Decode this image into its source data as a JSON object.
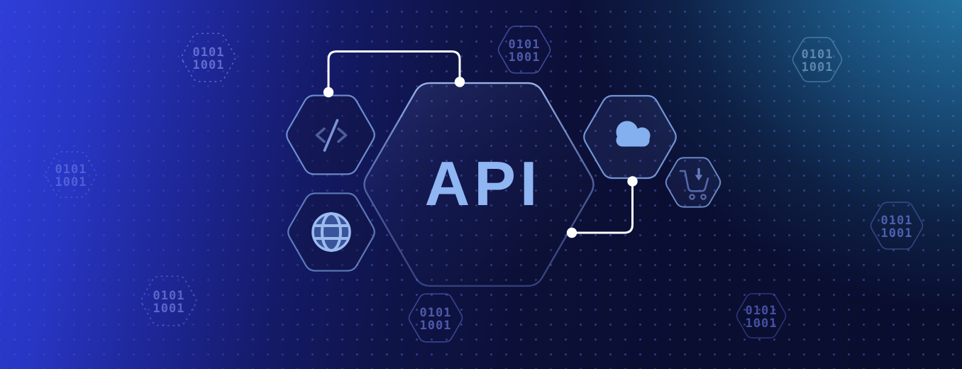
{
  "illustration": {
    "title": "API",
    "binary": {
      "line1": "0101",
      "line2": "1001"
    },
    "nodes": {
      "code": {
        "icon": "code-icon"
      },
      "globe": {
        "icon": "globe-icon"
      },
      "cloud": {
        "icon": "cloud-icon"
      },
      "cart": {
        "icon": "cart-download-icon"
      }
    },
    "colors": {
      "accent_blue": "#2f3ed8",
      "dark_navy": "#0a0e31",
      "teal_glow": "#2c8ab8",
      "hex_border": "#7da2e4",
      "title_text": "#8fb5f3",
      "icon_blue": "#85b0f0",
      "connector_white": "#ffffff",
      "binary_text": "#4d59a8"
    }
  }
}
